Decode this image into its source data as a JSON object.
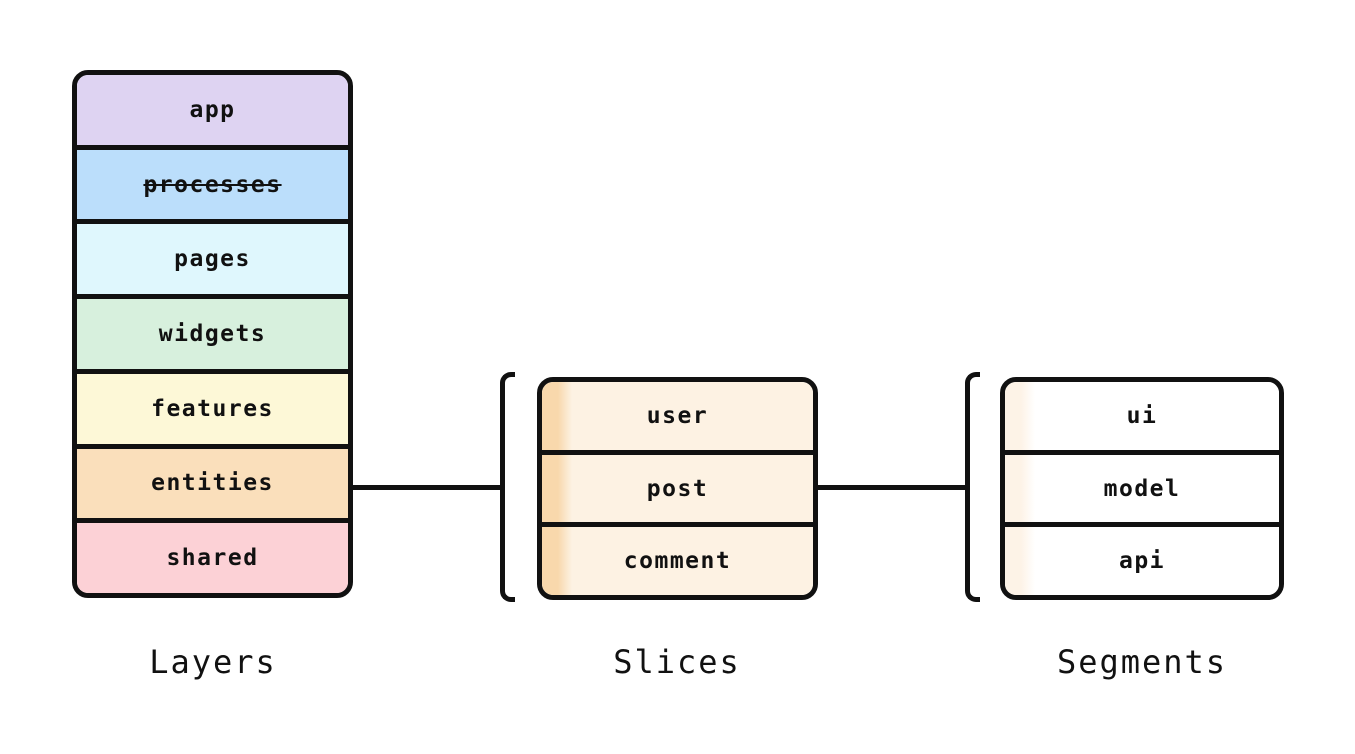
{
  "diagram": {
    "background": "#FFFFFF",
    "border_color": "#111111",
    "layers": {
      "caption": "Layers",
      "items": [
        {
          "label": "app",
          "color": "#DED3F2",
          "deprecated": false
        },
        {
          "label": "processes",
          "color": "#BBDEFB",
          "deprecated": true
        },
        {
          "label": "pages",
          "color": "#DFF7FD",
          "deprecated": false
        },
        {
          "label": "widgets",
          "color": "#D7F0DD",
          "deprecated": false
        },
        {
          "label": "features",
          "color": "#FDF8D7",
          "deprecated": false
        },
        {
          "label": "entities",
          "color": "#FADFBB",
          "deprecated": false
        },
        {
          "label": "shared",
          "color": "#FCD1D6",
          "deprecated": false
        }
      ]
    },
    "slices": {
      "caption": "Slices",
      "fill": "#FDF2E3",
      "accent": "#F8D8AC",
      "items": [
        {
          "label": "user"
        },
        {
          "label": "post"
        },
        {
          "label": "comment"
        }
      ]
    },
    "segments": {
      "caption": "Segments",
      "fill": "#FFFFFF",
      "accent": "#FDF3E7",
      "items": [
        {
          "label": "ui"
        },
        {
          "label": "model"
        },
        {
          "label": "api"
        }
      ]
    }
  }
}
